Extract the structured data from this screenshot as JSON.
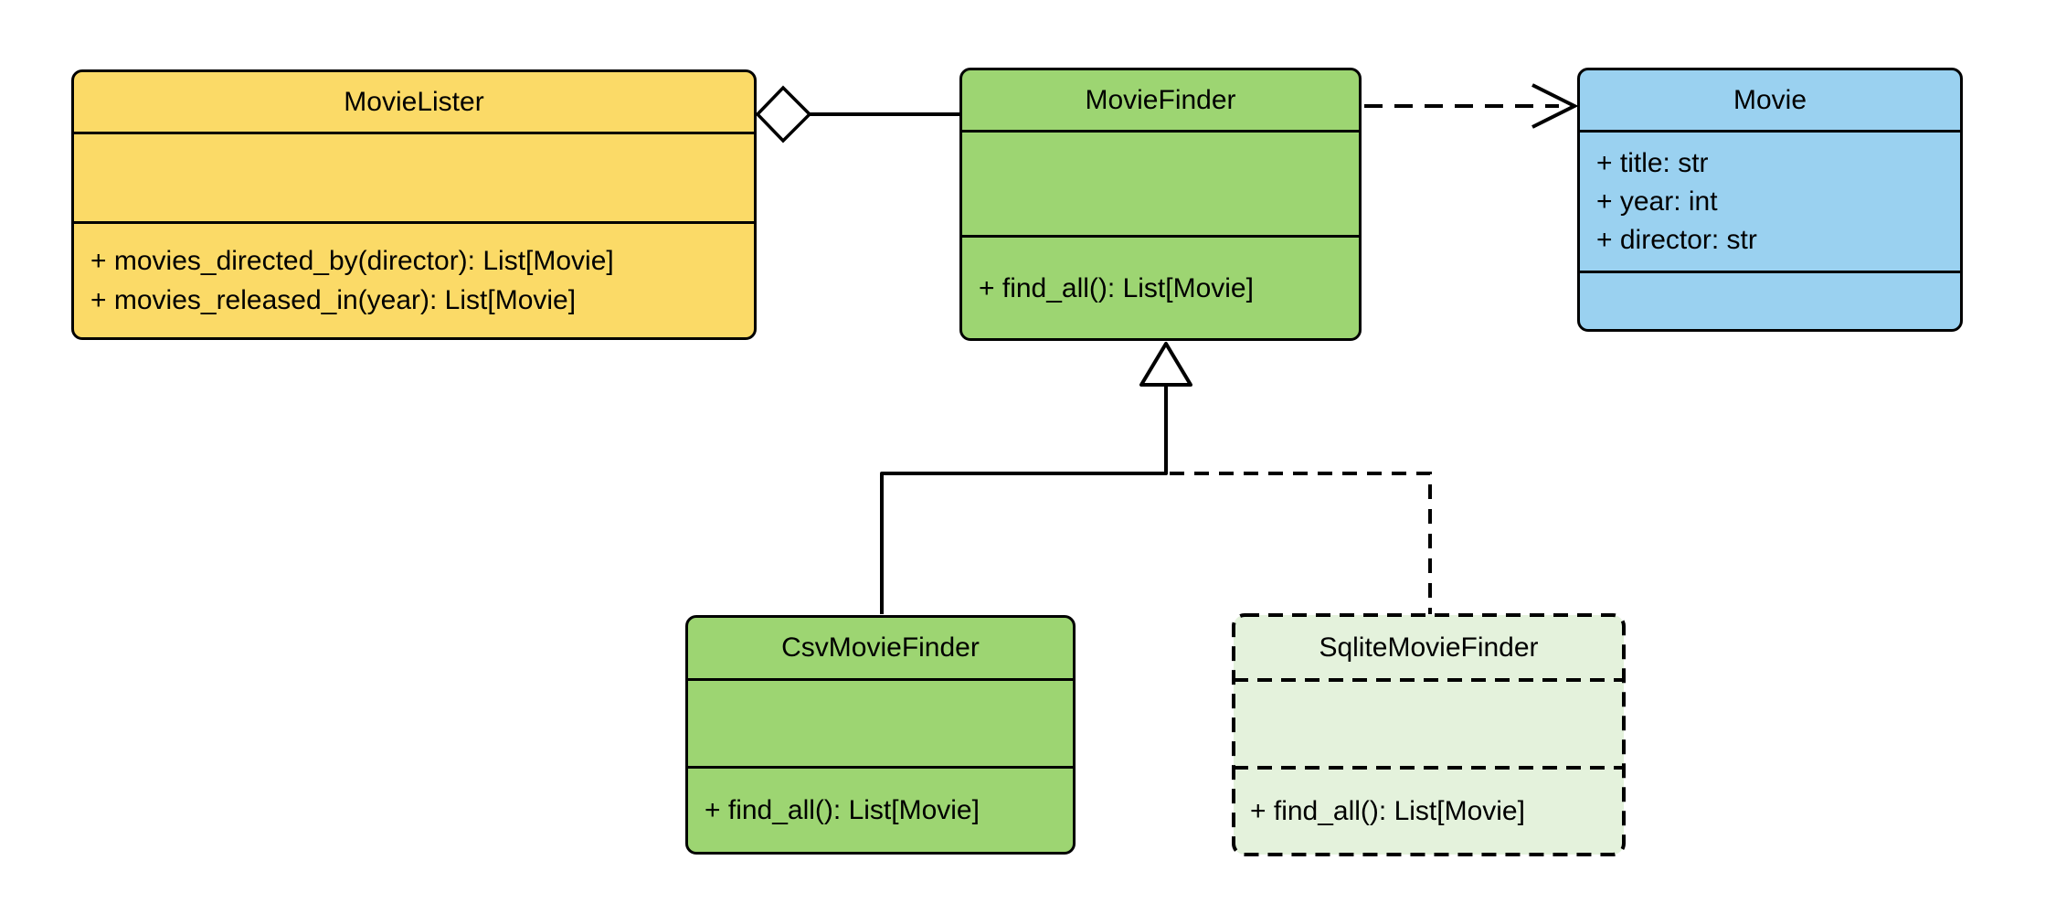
{
  "diagram": {
    "kind": "uml-class-diagram",
    "background_color": "#ffffff",
    "line_color": "#000000",
    "classes": [
      {
        "name": "MovieLister",
        "fill": "#FBDA67",
        "border_style": "solid",
        "attributes": [],
        "methods": [
          "+ movies_directed_by(director): List[Movie]",
          "+ movies_released_in(year): List[Movie]"
        ]
      },
      {
        "name": "MovieFinder",
        "fill": "#9DD572",
        "border_style": "solid",
        "attributes": [],
        "methods": [
          "+ find_all(): List[Movie]"
        ]
      },
      {
        "name": "Movie",
        "fill": "#9AD1F0",
        "border_style": "solid",
        "attributes": [
          "+ title: str",
          "+ year: int",
          "+ director: str"
        ],
        "methods": []
      },
      {
        "name": "CsvMovieFinder",
        "fill": "#9DD572",
        "border_style": "solid",
        "attributes": [],
        "methods": [
          "+ find_all(): List[Movie]"
        ]
      },
      {
        "name": "SqliteMovieFinder",
        "fill": "#E4F2DC",
        "border_style": "dashed",
        "attributes": [],
        "methods": [
          "+ find_all(): List[Movie]"
        ]
      }
    ],
    "relationships": [
      {
        "type": "aggregation",
        "from": "MovieLister",
        "to": "MovieFinder",
        "line": "solid",
        "marker": "hollow-diamond"
      },
      {
        "type": "dependency",
        "from": "MovieFinder",
        "to": "Movie",
        "line": "dashed",
        "marker": "open-arrow"
      },
      {
        "type": "inheritance",
        "from": "CsvMovieFinder",
        "to": "MovieFinder",
        "line": "solid",
        "marker": "hollow-triangle"
      },
      {
        "type": "inheritance",
        "from": "SqliteMovieFinder",
        "to": "MovieFinder",
        "line": "dashed",
        "marker": "hollow-triangle"
      }
    ]
  }
}
